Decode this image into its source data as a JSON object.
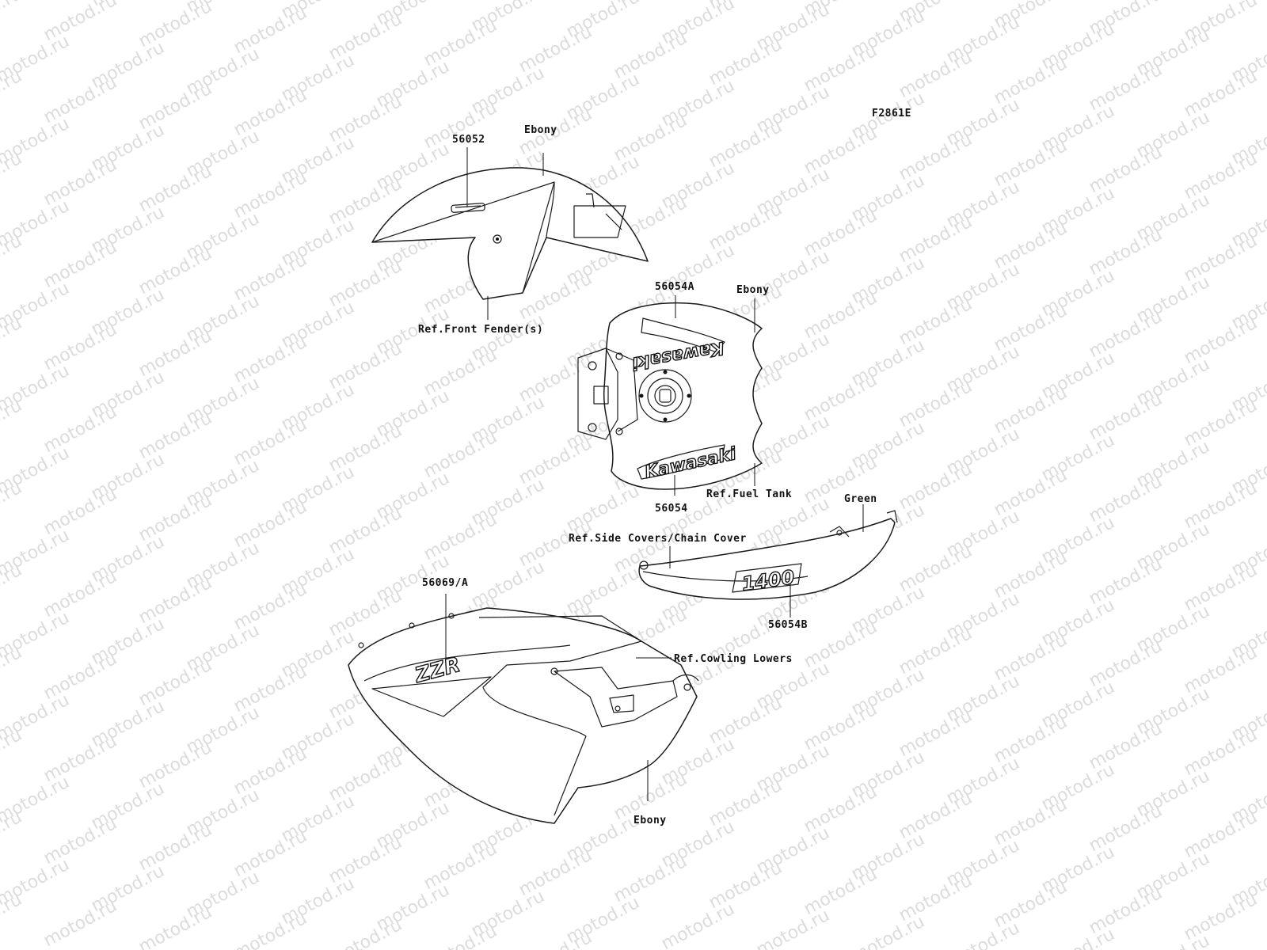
{
  "figure_code": "F2861E",
  "watermark": {
    "text": "motod.ru",
    "color": "#dcdcdc"
  },
  "decals": {
    "tank_top": "Kawasaki",
    "tank_bottom": "Kawasaki",
    "side_cover": "1400",
    "cowling": "ZZR"
  },
  "callouts": {
    "fender_part": "56052",
    "fender_color": "Ebony",
    "fender_ref": "Ref.Front Fender(s)",
    "tank_part_a": "56054A",
    "tank_color": "Ebony",
    "tank_part": "56054",
    "tank_ref": "Ref.Fuel Tank",
    "cover_color": "Green",
    "cover_ref": "Ref.Side Covers/Chain Cover",
    "cover_part": "56054B",
    "cowl_part": "56069/A",
    "cowl_ref": "Ref.Cowling Lowers",
    "cowl_color": "Ebony"
  }
}
